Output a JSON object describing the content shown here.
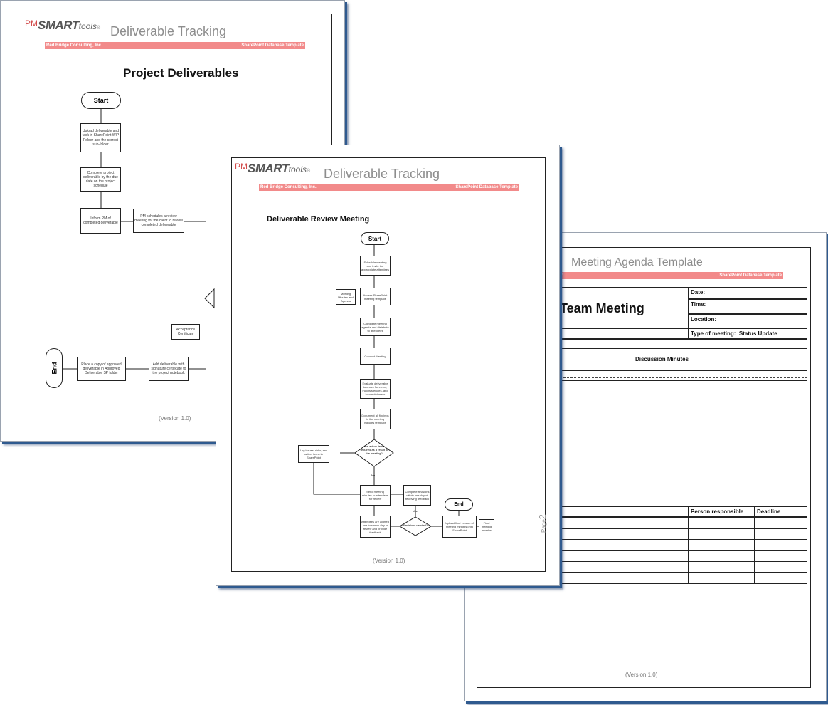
{
  "page1": {
    "logo": {
      "pm": "PM",
      "smart": "SMART",
      "tools": "tools",
      "reg": "®"
    },
    "title": "Deliverable Tracking",
    "band_left": "Red Bridge Consulting, Inc.",
    "band_right": "SharePoint Database Template",
    "heading": "Project Deliverables",
    "start": "Start",
    "end": "End",
    "steps": [
      "Upload deliverable and task in SharePoint WIP Folder and the correct sub-folder",
      "Complete project deliverable by the due date on the project schedule",
      "Inform PM of completed deliverable",
      "PM schedules a review meeting for the client to review completed deliverable",
      "Acceptance Certificate",
      "Place a copy of approved deliverable in Approved Deliverable SP folder",
      "Add deliverable with signature certificate to the project notebook"
    ],
    "version": "(Version 1.0)"
  },
  "page2": {
    "logo": {
      "pm": "PM",
      "smart": "SMART",
      "tools": "tools",
      "reg": "®"
    },
    "title": "Deliverable Tracking",
    "band_left": "Red Bridge Consulting, Inc.",
    "band_right": "SharePoint Database Template",
    "heading": "Deliverable Review Meeting",
    "start": "Start",
    "end": "End",
    "steps": [
      "Schedule meeting and invite the appropriate attendees",
      "Meeting Minutes and Agenda",
      "Access SharePoint meeting template",
      "Complete meeting agenda and distribute to attendees",
      "Conduct Meeting",
      "Evaluate deliverable to check for errors, inconsistencies, and incompleteness",
      "Document all findings in the meeting minutes template",
      "Are action items required as a result of the meeting?",
      "Log issues, risks, and action items in SharePoint",
      "No",
      "Send meeting minutes to attendees for review",
      "Complete revisions within one day of receiving feedback",
      "Attendees are allotted one business day to review and provide feedback",
      "Revisions needed?",
      "Yes",
      "Upload final version of meeting minutes onto SharePoint",
      "Final meeting minutes"
    ],
    "page_label": "Page",
    "page_number": "2",
    "version": "(Version 1.0)"
  },
  "page3": {
    "title": "Meeting Agenda Template",
    "band_left": "nc.",
    "band_right": "SharePoint Database Template",
    "heading": "Team Meeting",
    "fields": {
      "date": "Date:",
      "time": "Time:",
      "location": "Location:",
      "type": "Type of meeting:",
      "type_value": "Status Update"
    },
    "minutes": "Discussion Minutes",
    "columns": [
      "Person responsible",
      "Deadline"
    ],
    "version": "(Version 1.0)"
  }
}
